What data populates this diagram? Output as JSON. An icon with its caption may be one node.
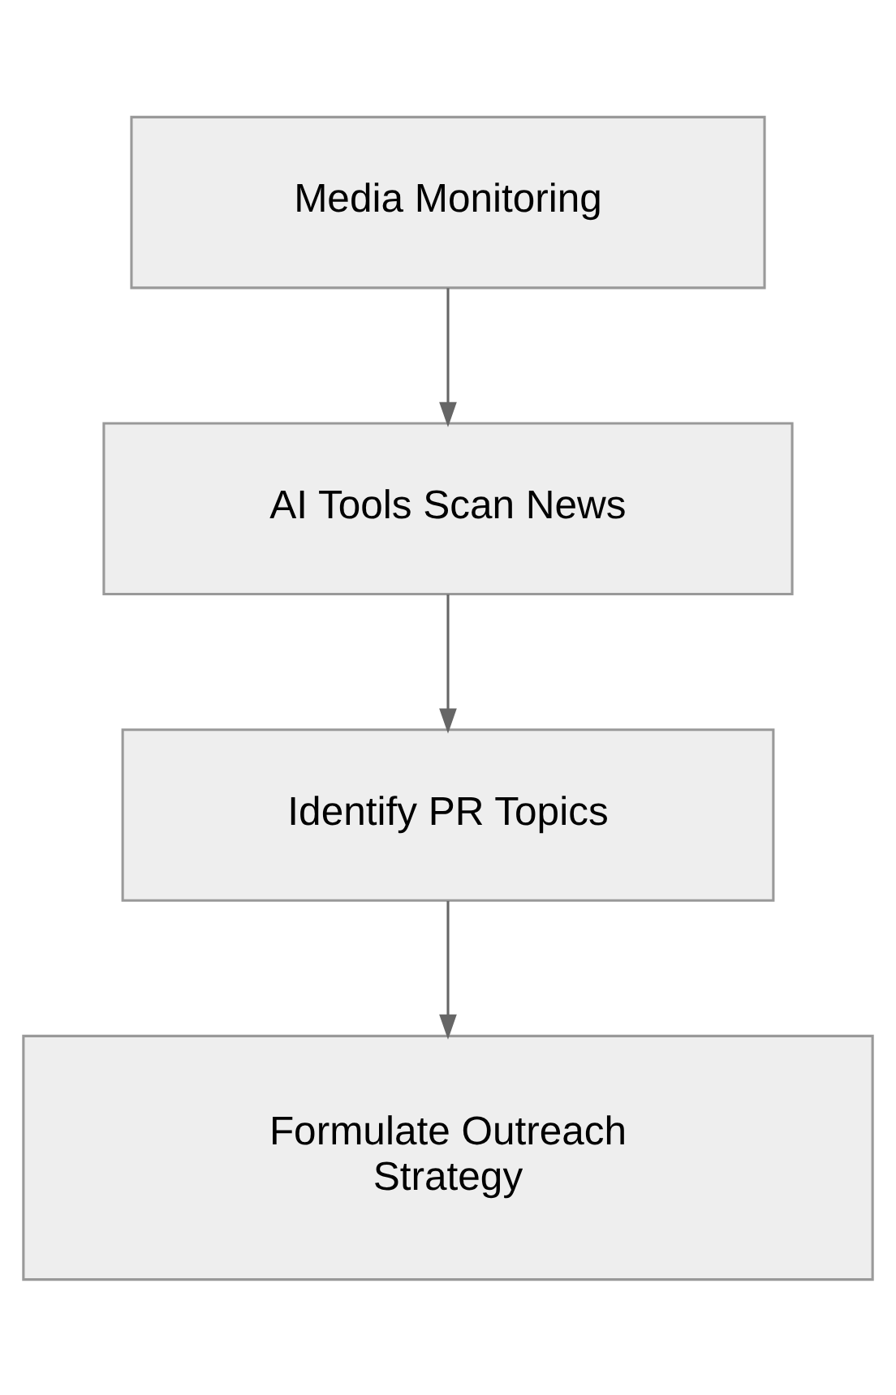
{
  "diagram": {
    "nodes": [
      {
        "text": [
          "Media Monitoring"
        ]
      },
      {
        "text": [
          "AI Tools Scan News"
        ]
      },
      {
        "text": [
          "Identify PR Topics"
        ]
      },
      {
        "text": [
          "Formulate Outreach Strategy"
        ]
      }
    ],
    "edges": [
      {
        "from": 0,
        "to": 1,
        "arrow": "to"
      },
      {
        "from": 1,
        "to": 2,
        "arrow": "to"
      },
      {
        "from": 2,
        "to": 3,
        "arrow": "to"
      }
    ]
  }
}
